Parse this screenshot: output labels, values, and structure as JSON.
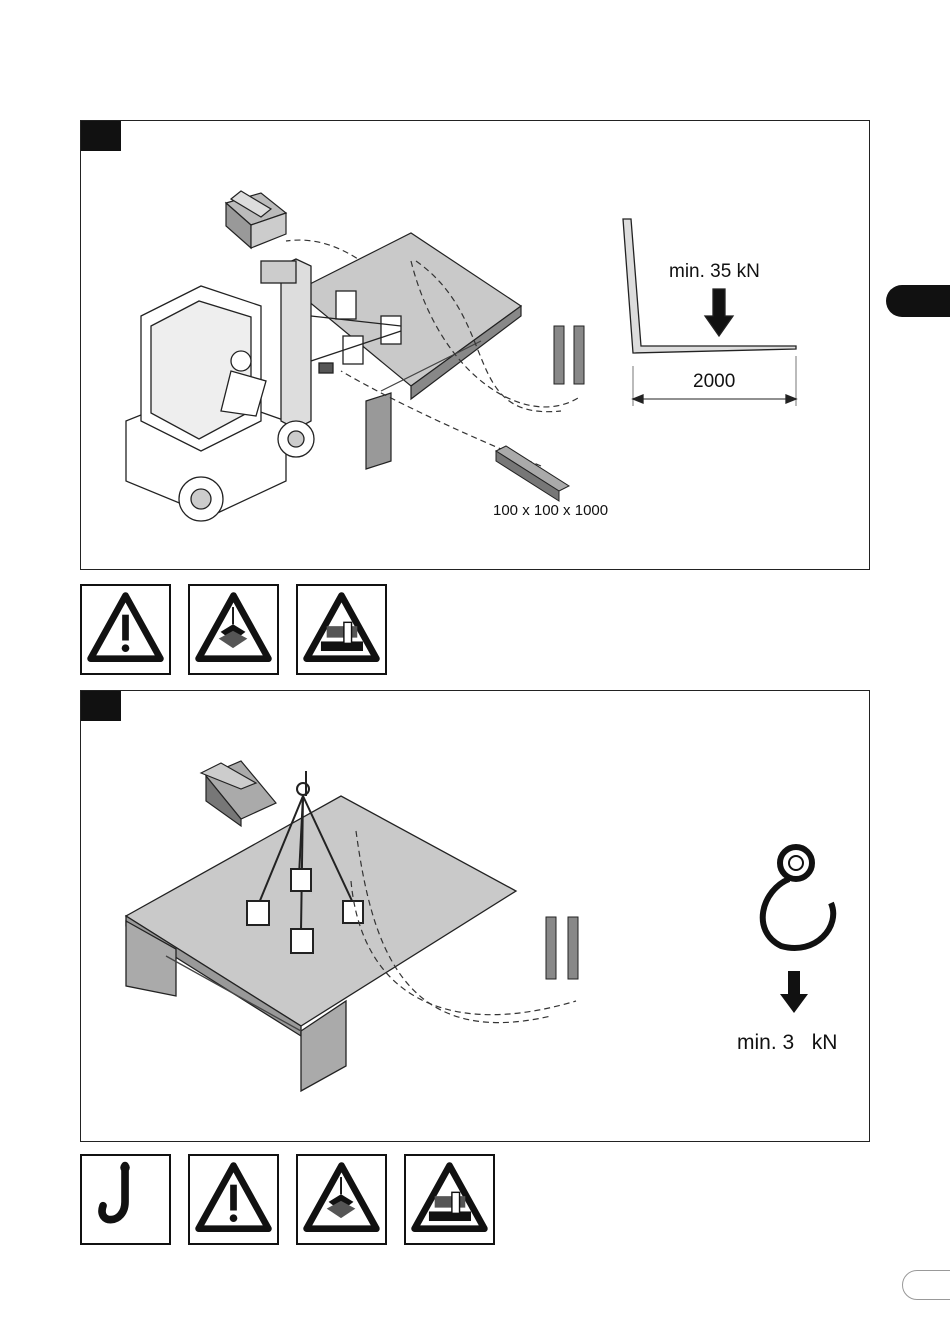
{
  "panel1": {
    "force_label": "min. 35 kN",
    "length_label": "2000",
    "beam_label": "100 x 100 x 1000"
  },
  "panel1_symbols": [
    "warning-icon",
    "suspended-load-icon",
    "crush-hazard-icon"
  ],
  "panel2": {
    "force_label": "min. 3   kN"
  },
  "panel2_symbols": [
    "crane-hook-icon",
    "warning-icon",
    "suspended-load-icon",
    "crush-hazard-icon"
  ]
}
